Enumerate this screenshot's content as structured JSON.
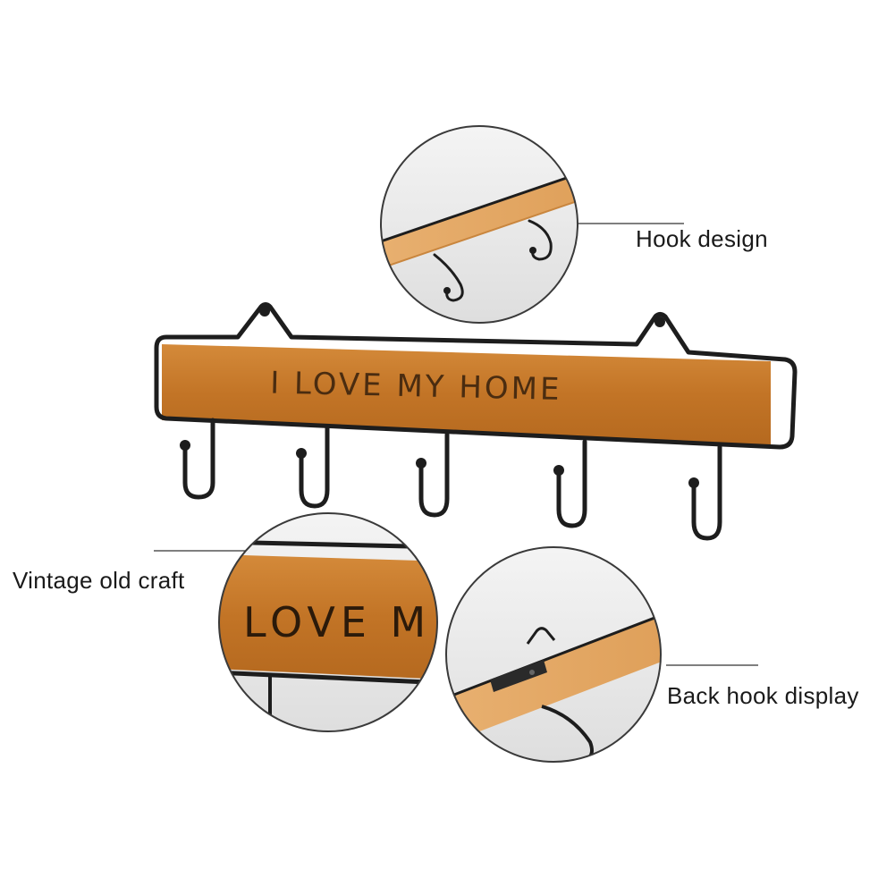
{
  "main_product": {
    "sign_text": "I LOVE MY HOME",
    "hook_count": 5
  },
  "callouts": {
    "hook_design": {
      "label": "Hook design"
    },
    "vintage_craft": {
      "label": "Vintage old craft",
      "inset_text": "LOVE M"
    },
    "back_hook": {
      "label": "Back hook display"
    }
  },
  "colors": {
    "wood": "#c47a2c",
    "wood_light": "#e0a25a",
    "metal": "#1d1d1d",
    "inset_border": "#3a3a3a",
    "inset_bg": "#ececec"
  }
}
